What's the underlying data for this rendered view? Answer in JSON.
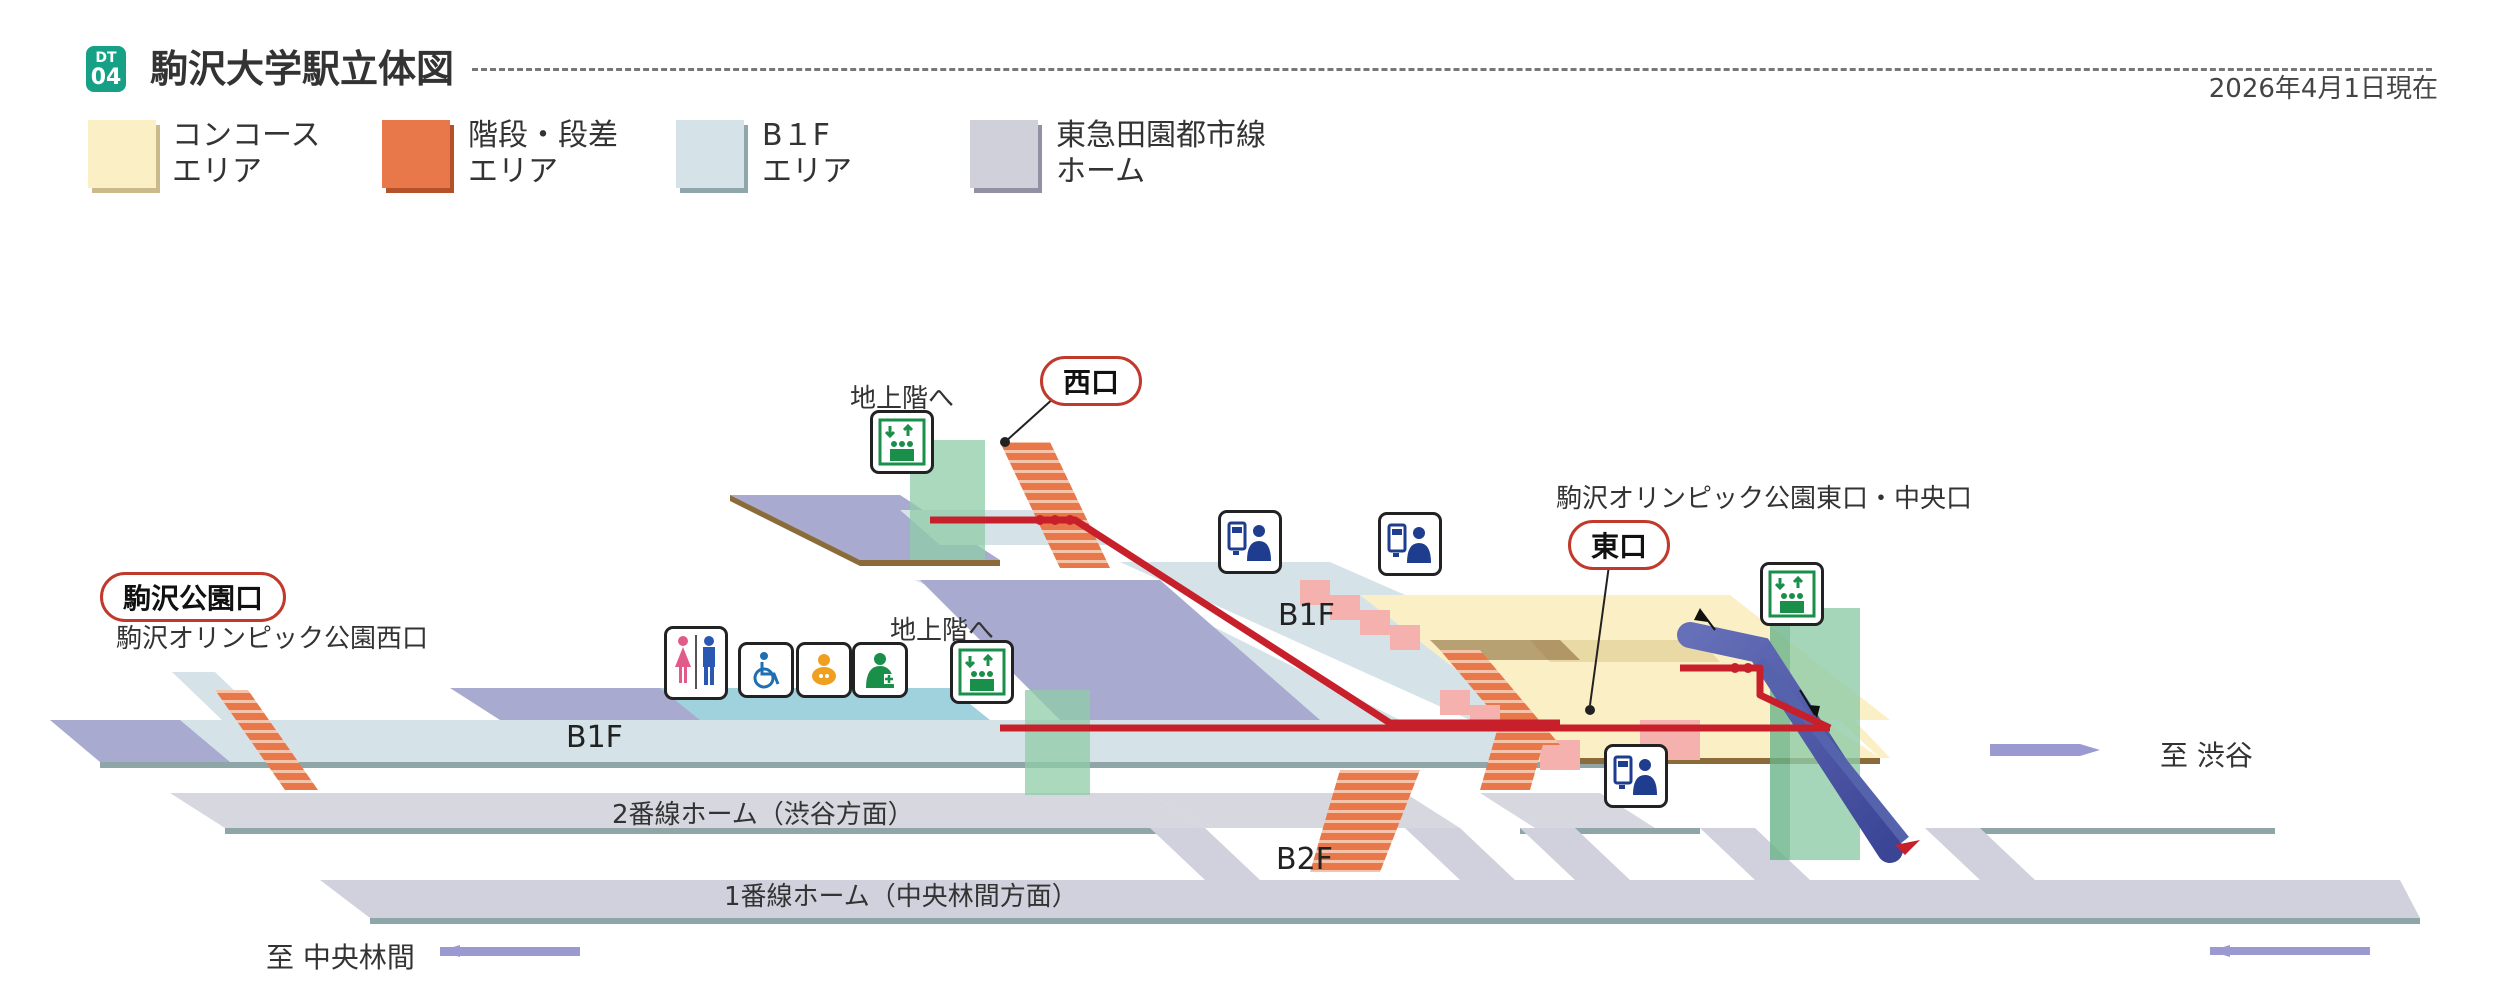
{
  "header": {
    "badge_line1": "DT",
    "badge_line2": "04",
    "title": "駒沢大学駅立体図",
    "date": "2026年4月1日現在"
  },
  "legend": [
    {
      "line1": "コンコース",
      "line2": "エリア",
      "color": "#fbefc6"
    },
    {
      "line1": "階段・段差",
      "line2": "エリア",
      "color": "#e8784a"
    },
    {
      "line1": "B１F",
      "line2": "エリア",
      "color": "#d5e3e8"
    },
    {
      "line1": "東急田園都市線",
      "line2": "ホーム",
      "color": "#cfd0da"
    }
  ],
  "exits": {
    "west": "西口",
    "east": "東口",
    "park": "駒沢公園口",
    "park_sub": "駒沢オリンピック公園西口",
    "east_sub": "駒沢オリンピック公園東口・中央口"
  },
  "labels": {
    "to_ground_1": "地上階へ",
    "to_ground_2": "地上階へ",
    "b1f_left": "B1F",
    "b1f_mid": "B1F",
    "b2f": "B2F",
    "platform2": "2番線ホーム（渋谷方面）",
    "platform1": "1番線ホーム（中央林間方面）",
    "to_shibuya": "至 渋谷",
    "to_chuorinkan": "至 中央林間"
  },
  "icons": {
    "elevator": "elevator-icon",
    "ticket_gate": "ticket-staff-icon",
    "restroom": "restroom-icon",
    "wheelchair": "wheelchair-icon",
    "baby": "baby-care-icon",
    "multipurpose": "multipurpose-room-icon"
  },
  "colors": {
    "accent": "#16a085",
    "route": "#c8202b",
    "stairs": "#e8784a",
    "concourse": "#fbefc6",
    "b1f": "#d5e3e8",
    "platform": "#cfd0da",
    "track": "#a8aad0"
  }
}
